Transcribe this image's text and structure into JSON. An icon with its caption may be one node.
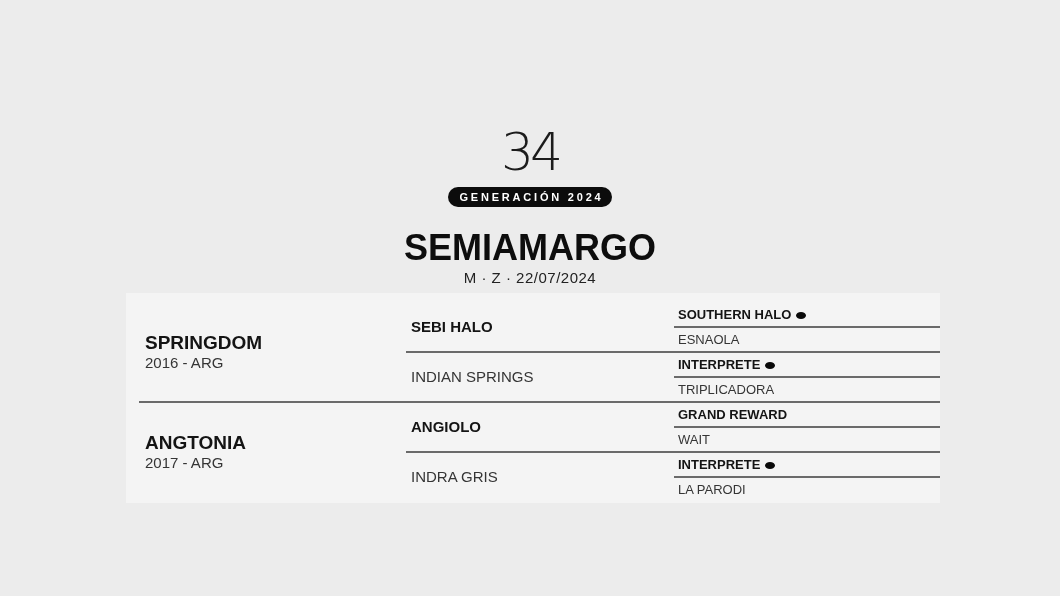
{
  "diagram": {
    "title": "SEMIAMARGO",
    "nodes": [
      {
        "text": [
          "GENERACIÓN 2024"
        ]
      }
    ],
    "labels": [
      "34",
      "M · Z · 22/07/2024",
      "SPRINGDOM",
      "2016 - ARG",
      "SEBI HALO",
      "SOUTHERN HALO",
      "ESNAOLA",
      "INDIAN SPRINGS",
      "INTERPRETE",
      "TRIPLICADORA",
      "ANGTONIA",
      "2017 - ARG",
      "ANGIOLO",
      "GRAND REWARD",
      "WAIT",
      "INDRA GRIS",
      "INTERPRETE",
      "LA PARODI"
    ]
  }
}
